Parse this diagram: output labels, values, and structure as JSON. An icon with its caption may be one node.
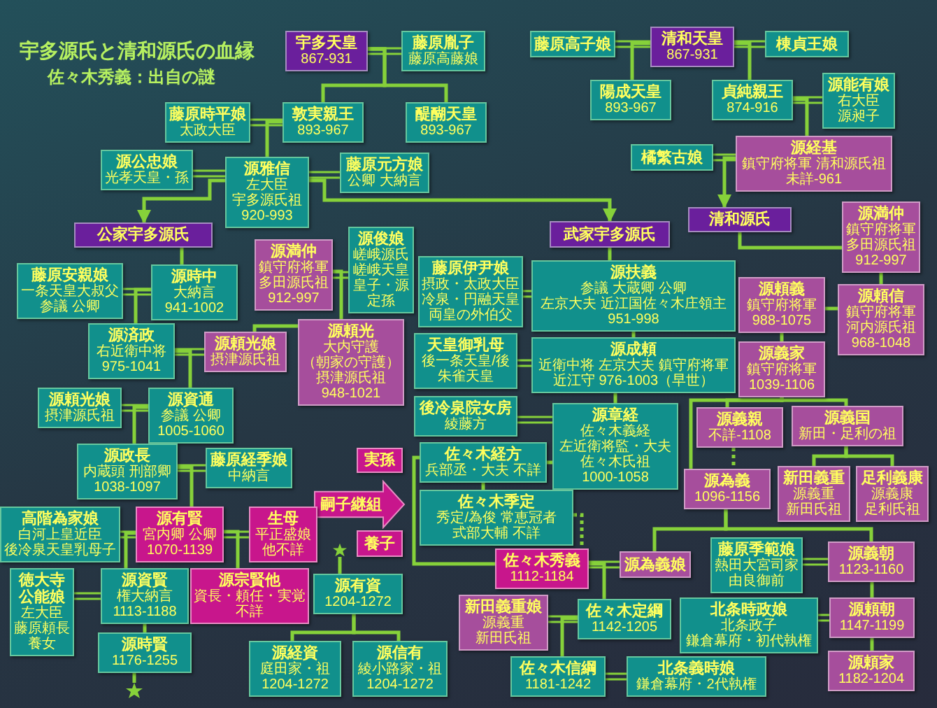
{
  "diagram": {
    "title": "宇多源氏と清和源氏の血縁",
    "labels": [
      "佐々木秀義：出自の謎"
    ],
    "nodes": [
      {
        "text": [
          "宇多天皇",
          "867-931"
        ]
      },
      {
        "text": [
          "藤原胤子",
          "藤原高藤娘"
        ]
      },
      {
        "text": [
          "藤原時平娘",
          "太政大臣"
        ]
      },
      {
        "text": [
          "敦実親王",
          "893-967"
        ]
      },
      {
        "text": [
          "醍醐天皇",
          "893-967"
        ]
      },
      {
        "text": [
          "源公忠娘",
          "光孝天皇・孫"
        ]
      },
      {
        "text": [
          "源雅信",
          "左大臣",
          "宇多源氏祖",
          "920-993"
        ]
      },
      {
        "text": [
          "藤原元方娘",
          "公卿 大納言"
        ]
      },
      {
        "text": [
          "公家宇多源氏"
        ]
      },
      {
        "text": [
          "藤原高子娘"
        ]
      },
      {
        "text": [
          "清和天皇",
          "867-931"
        ]
      },
      {
        "text": [
          "棟貞王娘"
        ]
      },
      {
        "text": [
          "陽成天皇",
          "893-967"
        ]
      },
      {
        "text": [
          "貞純親王",
          "874-916"
        ]
      },
      {
        "text": [
          "源能有娘",
          "右大臣",
          "源昶子"
        ]
      },
      {
        "text": [
          "橘繁古娘"
        ]
      },
      {
        "text": [
          "源経基",
          "鎮守府将軍 清和源氏祖",
          "未詳-961"
        ]
      },
      {
        "text": [
          "清和源氏"
        ]
      },
      {
        "text": [
          "源満仲",
          "鎮守府将軍",
          "多田源氏祖",
          "912-997"
        ]
      },
      {
        "text": [
          "武家宇多源氏"
        ]
      },
      {
        "text": [
          "藤原安親娘",
          "一条天皇大叔父",
          "参議 公卿"
        ]
      },
      {
        "text": [
          "源時中",
          "大納言",
          "941-1002"
        ]
      },
      {
        "text": [
          "源満仲",
          "鎮守府将軍",
          "多田源氏祖",
          "912-997"
        ]
      },
      {
        "text": [
          "源俊娘",
          "嵯峨源氏",
          "嵯峨天皇皇子・源定孫"
        ]
      },
      {
        "text": [
          "源済政",
          "右近衛中将",
          "975-1041"
        ]
      },
      {
        "text": [
          "源頼光娘",
          "摂津源氏祖"
        ]
      },
      {
        "text": [
          "源頼光",
          "大内守護",
          "（朝家の守護）",
          "摂津源氏祖",
          "948-1021"
        ]
      },
      {
        "text": [
          "藤原伊尹娘",
          "摂政・太政大臣",
          "冷泉・円融天皇",
          "両皇の外伯父"
        ]
      },
      {
        "text": [
          "源扶義",
          "参議 大蔵卿 公卿",
          "左京大夫 近江国佐々木庄領主",
          "951-998"
        ]
      },
      {
        "text": [
          "天皇御乳母",
          "後一条天皇/後朱雀天皇"
        ]
      },
      {
        "text": [
          "源成頼",
          "近衛中将 左京大夫 鎮守府将軍",
          "近江守 976-1003（早世）"
        ]
      },
      {
        "text": [
          "源頼義",
          "鎮守府将軍",
          "988-1075"
        ]
      },
      {
        "text": [
          "源頼信",
          "鎮守府将軍",
          "河内源氏祖",
          "968-1048"
        ]
      },
      {
        "text": [
          "源義家",
          "鎮守府将軍",
          "1039-1106"
        ]
      },
      {
        "text": [
          "源頼光娘",
          "摂津源氏祖"
        ]
      },
      {
        "text": [
          "源資通",
          "参議 公卿",
          "1005-1060"
        ]
      },
      {
        "text": [
          "後冷泉院女房",
          "綾藤方"
        ]
      },
      {
        "text": [
          "源章経",
          "佐々木義経",
          "左近衛将監・大夫",
          "佐々木氏祖",
          "1000-1058"
        ]
      },
      {
        "text": [
          "源義親",
          "不詳-1108"
        ]
      },
      {
        "text": [
          "源義国",
          "新田・足利の祖"
        ]
      },
      {
        "text": [
          "源政長",
          "内蔵頭 刑部卿",
          "1038-1097"
        ]
      },
      {
        "text": [
          "藤原経季娘",
          "中納言"
        ]
      },
      {
        "text": [
          "実孫"
        ]
      },
      {
        "text": [
          "佐々木経方",
          "兵部丞・大夫 不詳"
        ]
      },
      {
        "text": [
          "嗣子継組"
        ]
      },
      {
        "text": [
          "養子"
        ]
      },
      {
        "text": [
          "佐々木季定",
          "秀定/為俊 常恵冠者",
          "式部大輔 不詳"
        ]
      },
      {
        "text": [
          "高階為家娘",
          "白河上皇近臣",
          "後冷泉天皇乳母子"
        ]
      },
      {
        "text": [
          "源有賢",
          "宮内卿 公卿",
          "1070-1139"
        ]
      },
      {
        "text": [
          "生母",
          "平正盛娘",
          "他不詳"
        ]
      },
      {
        "text": [
          "徳大寺公能娘",
          "左大臣",
          "藤原頼長",
          "養女"
        ]
      },
      {
        "text": [
          "源資賢",
          "権大納言",
          "1113-1188"
        ]
      },
      {
        "text": [
          "源宗賢他",
          "資長・頼任・実覚",
          "不詳"
        ]
      },
      {
        "text": [
          "源有資",
          "1204-1272"
        ]
      },
      {
        "text": [
          "源時賢",
          "1176-1255"
        ]
      },
      {
        "text": [
          "源経資",
          "庭田家・祖",
          "1204-1272"
        ]
      },
      {
        "text": [
          "源信有",
          "綾小路家・祖",
          "1204-1272"
        ]
      },
      {
        "text": [
          "源為義",
          "1096-1156"
        ]
      },
      {
        "text": [
          "新田義重",
          "源義重",
          "新田氏祖"
        ]
      },
      {
        "text": [
          "足利義康",
          "源義康",
          "足利氏祖"
        ]
      },
      {
        "text": [
          "佐々木秀義",
          "1112-1184"
        ]
      },
      {
        "text": [
          "源為義娘"
        ]
      },
      {
        "text": [
          "藤原季範娘",
          "熱田大宮司家",
          "由良御前"
        ]
      },
      {
        "text": [
          "源義朝",
          "1123-1160"
        ]
      },
      {
        "text": [
          "新田義重娘",
          "源義重",
          "新田氏祖"
        ]
      },
      {
        "text": [
          "佐々木定綱",
          "1142-1205"
        ]
      },
      {
        "text": [
          "北条時政娘",
          "北条政子",
          "鎌倉幕府・初代執権"
        ]
      },
      {
        "text": [
          "源頼朝",
          "1147-1199"
        ]
      },
      {
        "text": [
          "佐々木信綱",
          "1181-1242"
        ]
      },
      {
        "text": [
          "北条義時娘",
          "鎌倉幕府・2代執権"
        ]
      },
      {
        "text": [
          "源頼家",
          "1182-1204"
        ]
      },
      {
        "text": [],
        "shape": "star"
      },
      {
        "text": [],
        "shape": "star"
      }
    ],
    "edges": [
      {
        "from": 0,
        "to": 1,
        "arrow": "none"
      },
      {
        "from": 0,
        "to": 3,
        "arrow": "none"
      },
      {
        "from": 0,
        "to": 4,
        "arrow": "none"
      },
      {
        "from": 3,
        "to": 2,
        "arrow": "none"
      },
      {
        "from": 3,
        "to": 6,
        "arrow": "none"
      },
      {
        "from": 6,
        "to": 5,
        "arrow": "none"
      },
      {
        "from": 6,
        "to": 8,
        "arrow": "to"
      },
      {
        "from": 6,
        "to": 7,
        "arrow": "none"
      },
      {
        "from": 6,
        "to": 19,
        "arrow": "to"
      },
      {
        "from": 10,
        "to": 9,
        "arrow": "none"
      },
      {
        "from": 10,
        "to": 12,
        "arrow": "none"
      },
      {
        "from": 10,
        "to": 11,
        "arrow": "none"
      },
      {
        "from": 10,
        "to": 13,
        "arrow": "none"
      },
      {
        "from": 13,
        "to": 14,
        "arrow": "none"
      },
      {
        "from": 13,
        "to": 16,
        "arrow": "none"
      },
      {
        "from": 16,
        "to": 15,
        "arrow": "none"
      },
      {
        "from": 16,
        "to": 17,
        "arrow": "to"
      },
      {
        "from": 17,
        "to": 18,
        "arrow": "none"
      },
      {
        "from": 8,
        "to": 21,
        "arrow": "none"
      },
      {
        "from": 21,
        "to": 20,
        "arrow": "none"
      },
      {
        "from": 21,
        "to": 24,
        "arrow": "none"
      },
      {
        "from": 22,
        "to": 23,
        "arrow": "none"
      },
      {
        "from": 22,
        "to": 26,
        "arrow": "none"
      },
      {
        "from": 26,
        "to": 25,
        "arrow": "none"
      },
      {
        "from": 24,
        "to": 25,
        "arrow": "none"
      },
      {
        "from": 24,
        "to": 35,
        "arrow": "none"
      },
      {
        "from": 19,
        "to": 28,
        "arrow": "none"
      },
      {
        "from": 27,
        "to": 28,
        "arrow": "none"
      },
      {
        "from": 28,
        "to": 30,
        "arrow": "none"
      },
      {
        "from": 29,
        "to": 30,
        "arrow": "none"
      },
      {
        "from": 30,
        "to": 37,
        "arrow": "none"
      },
      {
        "from": 36,
        "to": 37,
        "arrow": "none"
      },
      {
        "from": 18,
        "to": 32,
        "arrow": "none"
      },
      {
        "from": 32,
        "to": 31,
        "arrow": "none"
      },
      {
        "from": 31,
        "to": 33,
        "arrow": "none"
      },
      {
        "from": 33,
        "to": 38,
        "arrow": "none"
      },
      {
        "from": 33,
        "to": 39,
        "arrow": "none"
      },
      {
        "from": 33,
        "to": 57,
        "arrow": "none"
      },
      {
        "from": 38,
        "to": 57,
        "arrow": "none",
        "style": "dashed"
      },
      {
        "from": 39,
        "to": 58,
        "arrow": "none"
      },
      {
        "from": 39,
        "to": 59,
        "arrow": "none"
      },
      {
        "from": 57,
        "to": 61,
        "arrow": "none"
      },
      {
        "from": 57,
        "to": 63,
        "arrow": "none"
      },
      {
        "from": 62,
        "to": 63,
        "arrow": "none"
      },
      {
        "from": 63,
        "to": 67,
        "arrow": "none"
      },
      {
        "from": 66,
        "to": 67,
        "arrow": "none"
      },
      {
        "from": 67,
        "to": 70,
        "arrow": "none"
      },
      {
        "from": 60,
        "to": 61,
        "arrow": "none"
      },
      {
        "from": 60,
        "to": 65,
        "arrow": "none"
      },
      {
        "from": 64,
        "to": 65,
        "arrow": "none"
      },
      {
        "from": 65,
        "to": 68,
        "arrow": "none"
      },
      {
        "from": 68,
        "to": 69,
        "arrow": "none"
      },
      {
        "from": 37,
        "to": 43,
        "arrow": "none"
      },
      {
        "from": 43,
        "to": 46,
        "arrow": "none"
      },
      {
        "from": 46,
        "to": 60,
        "arrow": "none",
        "style": "dashed"
      },
      {
        "from": 43,
        "to": 60,
        "arrow": "none"
      },
      {
        "from": 34,
        "to": 35,
        "arrow": "none"
      },
      {
        "from": 35,
        "to": 40,
        "arrow": "none"
      },
      {
        "from": 40,
        "to": 41,
        "arrow": "none"
      },
      {
        "from": 40,
        "to": 48,
        "arrow": "none"
      },
      {
        "from": 48,
        "to": 49,
        "arrow": "none"
      },
      {
        "from": 48,
        "to": 52,
        "arrow": "none"
      },
      {
        "from": 47,
        "to": 48,
        "arrow": "none"
      },
      {
        "from": 48,
        "to": 51,
        "arrow": "none"
      },
      {
        "from": 50,
        "to": 51,
        "arrow": "none"
      },
      {
        "from": 51,
        "to": 54,
        "arrow": "none"
      },
      {
        "from": 54,
        "to": 72,
        "arrow": "none"
      },
      {
        "from": 71,
        "to": 53,
        "arrow": "none"
      },
      {
        "from": 53,
        "to": 55,
        "arrow": "none"
      },
      {
        "from": 53,
        "to": 56,
        "arrow": "none"
      }
    ]
  }
}
